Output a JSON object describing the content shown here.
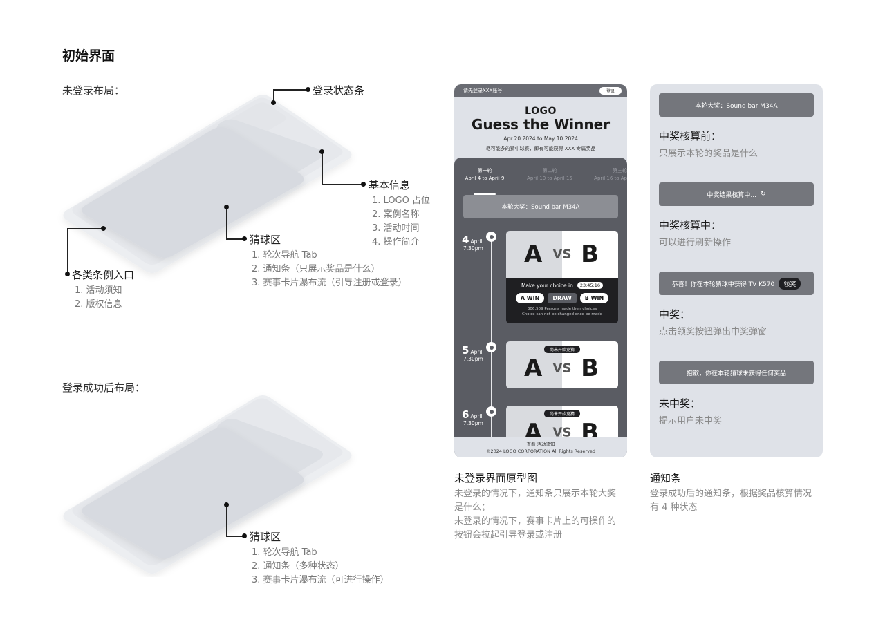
{
  "page": {
    "title": "初始界面"
  },
  "sections": {
    "logged_out_label": "未登录布局：",
    "logged_in_label": "登录成功后布局："
  },
  "logged_out_callouts": {
    "status_bar": {
      "title": "登录状态条"
    },
    "basic_info": {
      "title": "基本信息",
      "items": [
        "1. LOGO 占位",
        "2. 案例名称",
        "3. 活动时间",
        "4. 操作简介"
      ]
    },
    "game_area": {
      "title": "猜球区",
      "items": [
        "1. 轮次导航 Tab",
        "2. 通知条（只展示奖品是什么）",
        "3. 赛事卡片瀑布流（引导注册或登录）"
      ]
    },
    "entries": {
      "title": "各类条例入口",
      "items": [
        "1. 活动须知",
        "2. 版权信息"
      ]
    }
  },
  "logged_in_callouts": {
    "game_area": {
      "title": "猜球区",
      "items": [
        "1. 轮次导航 Tab",
        "2. 通知条（多种状态）",
        "3. 赛事卡片瀑布流（可进行操作）"
      ]
    }
  },
  "phone": {
    "topbar_text": "请先登录XXX账号",
    "login_button": "登录",
    "logo": "LOGO",
    "headline": "Guess the Winner",
    "dates": "Apr 20 2024 to May 10 2024",
    "intro": "尽可能多的猜中球赛，即有可能获得 XXX 专属奖品",
    "tabs": [
      {
        "name": "第一轮",
        "range": "April 4 to April 9"
      },
      {
        "name": "第二轮",
        "range": "April 10 to April 15"
      },
      {
        "name": "第三轮",
        "range": "April 16 to Ap"
      }
    ],
    "prize_bar": "本轮大奖：Sound bar M34A",
    "matches": [
      {
        "day": "4",
        "month": "April",
        "time": "7.30pm",
        "team_a": "A",
        "vs": "VS",
        "team_b": "B",
        "choice_prompt": "Make your choice in",
        "timer": "23:45:16",
        "buttons": [
          "A WIN",
          "DRAW",
          "B WIN"
        ],
        "persons": "306,509 Persons made their choices",
        "note": "Choice can not be changed once be made"
      },
      {
        "day": "5",
        "month": "April",
        "time": "7.30pm",
        "team_a": "A",
        "vs": "VS",
        "team_b": "B",
        "status": "尚未开始竞猜"
      },
      {
        "day": "6",
        "month": "April",
        "time": "7.30pm",
        "team_a": "A",
        "vs": "VS",
        "team_b": "B",
        "status": "尚未开始竞猜"
      }
    ],
    "footer_link": "查看 活动须知",
    "copyright": "©2024 LOGO CORPORATION All Rights Reserved"
  },
  "phone_caption": {
    "title": "未登录界面原型图",
    "lines": [
      "未登录的情况下，通知条只展示本轮大奖",
      "是什么；",
      "未登录的情况下，赛事卡片上的可操作的",
      "按钮会拉起引导登录或注册"
    ]
  },
  "notifications": {
    "states": [
      {
        "bar": "本轮大奖：Sound bar M34A",
        "title": "中奖核算前：",
        "desc": "只展示本轮的奖品是什么"
      },
      {
        "bar": "中奖结果核算中...",
        "bar_icon": "refresh-icon",
        "title": "中奖核算中：",
        "desc": "可以进行刷新操作"
      },
      {
        "bar": "恭喜！你在本轮猜球中获得 TV K570",
        "button": "领奖",
        "title": "中奖：",
        "desc": "点击领奖按钮弹出中奖弹窗"
      },
      {
        "bar": "抱歉，你在本轮猜球未获得任何奖品",
        "title": "未中奖：",
        "desc": "提示用户未中奖"
      }
    ]
  },
  "notif_caption": {
    "title": "通知条",
    "lines": [
      "登录成功后的通知条，根据奖品核算情况",
      "有 4 种状态"
    ]
  }
}
